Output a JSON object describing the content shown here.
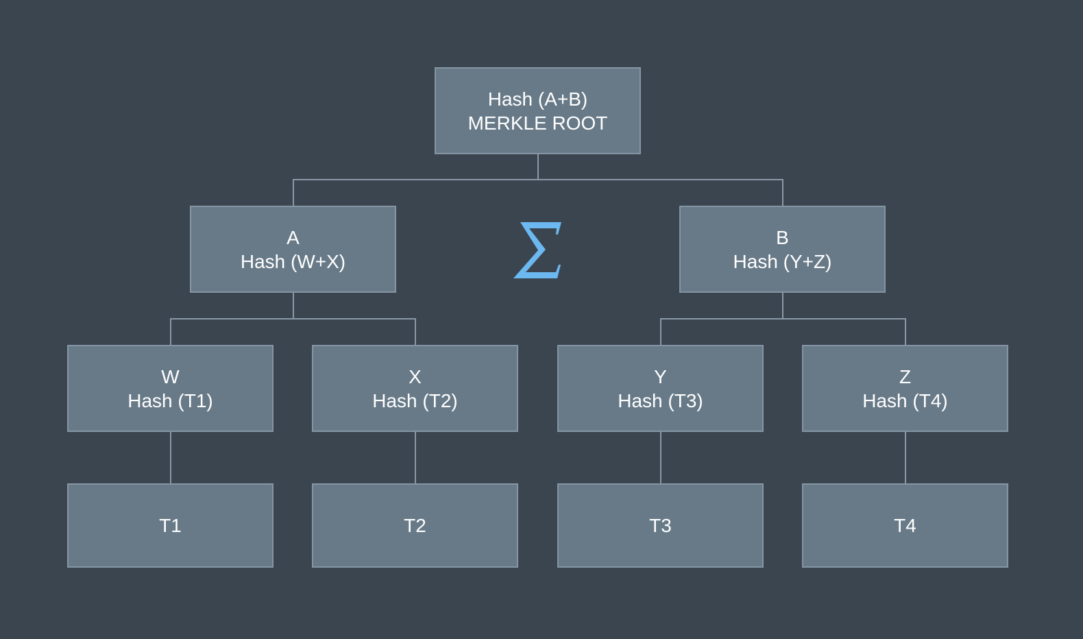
{
  "nodes": {
    "root": {
      "line1": "Hash (A+B)",
      "line2": "MERKLE ROOT"
    },
    "a": {
      "line1": "A",
      "line2": "Hash (W+X)"
    },
    "b": {
      "line1": "B",
      "line2": "Hash (Y+Z)"
    },
    "w": {
      "line1": "W",
      "line2": "Hash (T1)"
    },
    "x": {
      "line1": "X",
      "line2": "Hash (T2)"
    },
    "y": {
      "line1": "Y",
      "line2": "Hash (T3)"
    },
    "z": {
      "line1": "Z",
      "line2": "Hash (T4)"
    },
    "t1": {
      "label": "T1"
    },
    "t2": {
      "label": "T2"
    },
    "t3": {
      "label": "T3"
    },
    "t4": {
      "label": "T4"
    }
  },
  "icons": {
    "sigma": {
      "name": "sigma-icon",
      "color": "#6cb8f0"
    }
  },
  "colors": {
    "background": "#3b4550",
    "node_fill": "#687a88",
    "node_border": "#8595a3",
    "connector": "#8a98a6",
    "text": "#ffffff"
  }
}
